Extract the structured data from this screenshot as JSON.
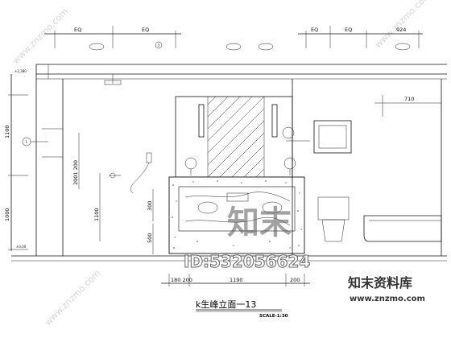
{
  "drawing": {
    "title": "k生峰立面一13",
    "scale": "SCALE-1:30",
    "top_dimensions": {
      "eq_left": "EQ",
      "eq_right": "EQ",
      "eq_right2": "EQ",
      "eq_right3": "EQ",
      "right_width": "924"
    },
    "left_dimensions": {
      "top": "1100",
      "bottom": "1000",
      "datum_top": "+2,380",
      "datum_bottom": "±0.00"
    },
    "inner_dimensions": {
      "mirror_h": "2001 200",
      "low_h": "1100",
      "panel_h": "300",
      "base_h": "500",
      "right_w": "710"
    },
    "bottom_dimensions": {
      "left": "180 200",
      "middle": "1190",
      "right": "200"
    },
    "callout": "1",
    "section_marker": "3"
  },
  "watermarks": {
    "center_logo": "知末",
    "id_text": "ID:532056624",
    "brand": "知末资料库",
    "url": "www.znzmo.com",
    "diagonal": "www.znzmo.com"
  }
}
